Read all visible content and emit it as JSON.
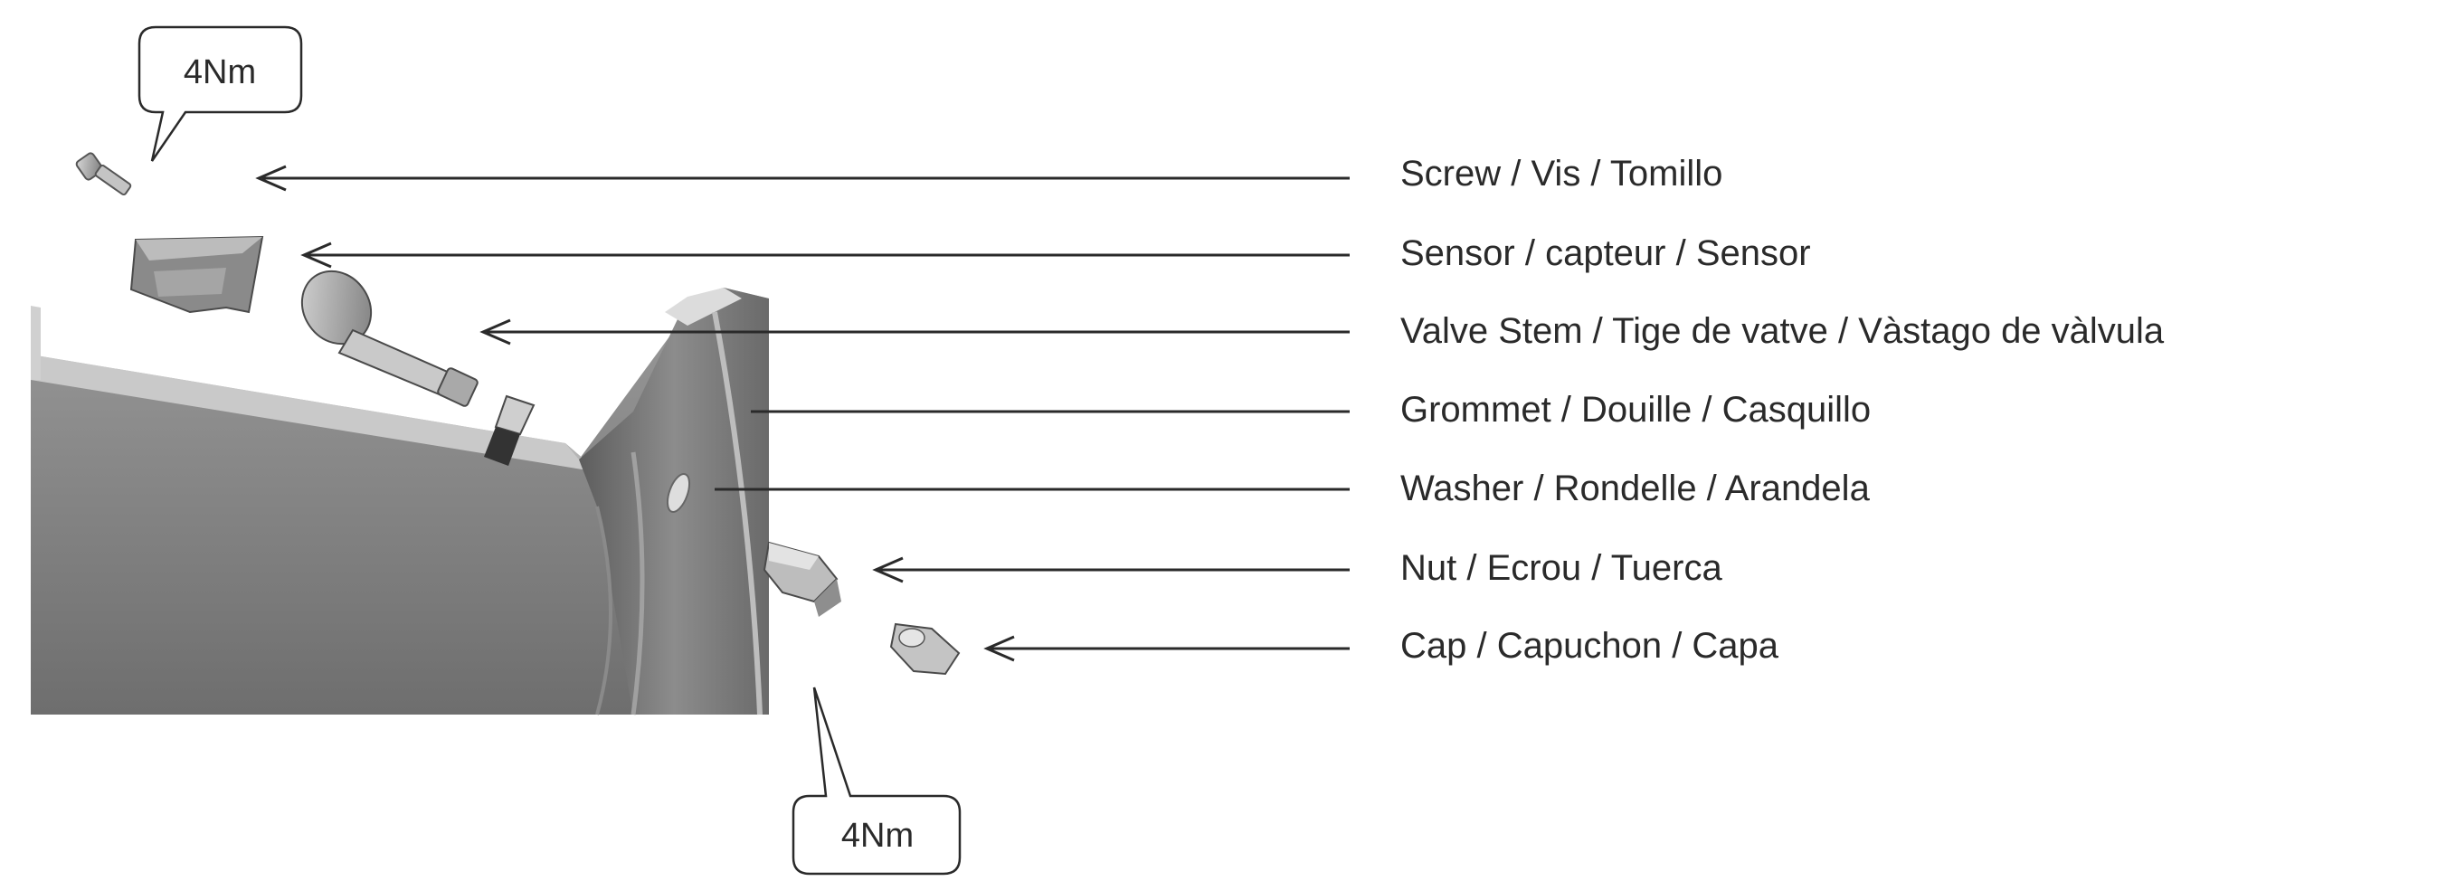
{
  "torque_top": "4Nm",
  "torque_bottom": "4Nm",
  "parts": [
    {
      "label": "Screw / Vis / Tomillo",
      "icon": "screw-icon"
    },
    {
      "label": "Sensor / capteur / Sensor",
      "icon": "sensor-icon"
    },
    {
      "label": "Valve Stem / Tige de vatve / Vàstago de vàlvula",
      "icon": "valve-stem-icon"
    },
    {
      "label": "Grommet / Douille / Casquillo",
      "icon": "grommet-icon"
    },
    {
      "label": "Washer / Rondelle / Arandela",
      "icon": "washer-icon"
    },
    {
      "label": "Nut / Ecrou / Tuerca",
      "icon": "nut-icon"
    },
    {
      "label": "Cap / Capuchon / Capa",
      "icon": "cap-icon"
    }
  ]
}
